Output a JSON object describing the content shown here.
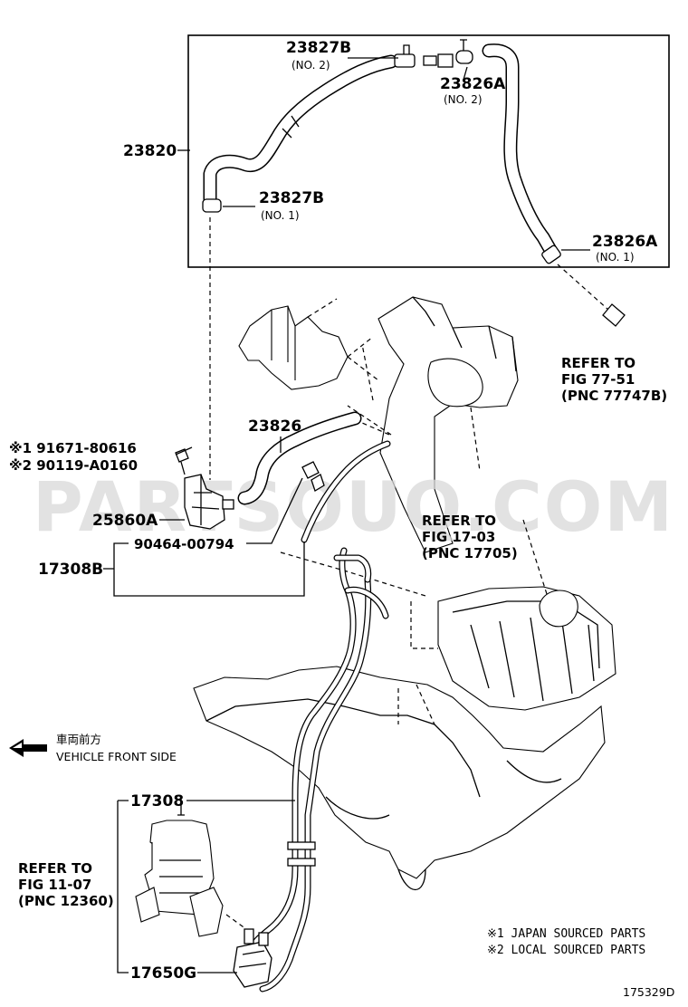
{
  "labels": {
    "p23827b_top": "23827B",
    "p23827b_top_sub": "(NO. 2)",
    "p23826a_top": "23826A",
    "p23826a_top_sub": "(NO. 2)",
    "p23820": "23820",
    "p23827b_mid": "23827B",
    "p23827b_mid_sub": "(NO. 1)",
    "p23826a_low": "23826A",
    "p23826a_low_sub": "(NO. 1)",
    "p23826": "23826",
    "bolt1": "※1 91671-80616",
    "bolt2": "※2 90119-A0160",
    "p25860a": "25860A",
    "p90464": "90464-00794",
    "p17308b": "17308B",
    "p17308": "17308",
    "p17650g": "17650G"
  },
  "refs": {
    "ref1_l1": "REFER TO",
    "ref1_l2": "FIG 77-51",
    "ref1_l3": "(PNC 77747B)",
    "ref2_l1": "REFER TO",
    "ref2_l2": "FIG 17-03",
    "ref2_l3": "(PNC 17705)",
    "ref3_l1": "REFER TO",
    "ref3_l2": "FIG 11-07",
    "ref3_l3": "(PNC 12360)"
  },
  "direction": {
    "jp": "車両前方",
    "en": "VEHICLE FRONT SIDE"
  },
  "notes": {
    "n1": "※1 JAPAN SOURCED PARTS",
    "n2": "※2 LOCAL SOURCED PARTS"
  },
  "watermark": "PARTSOUQ.COM",
  "figure_id": "175329D"
}
